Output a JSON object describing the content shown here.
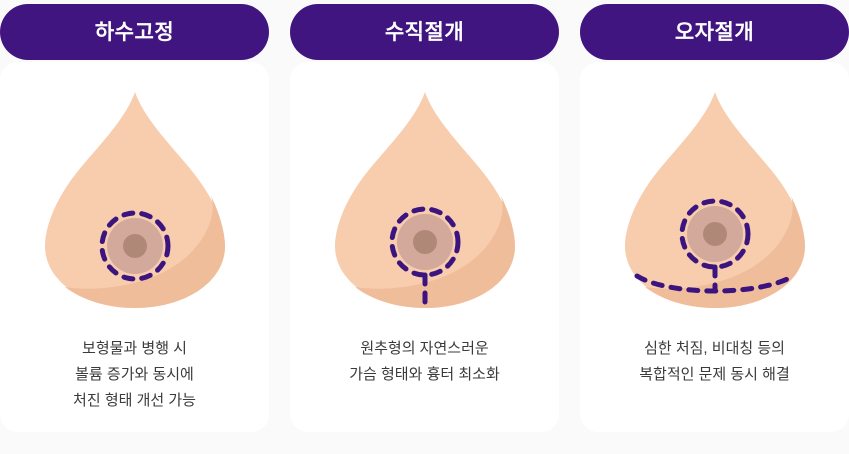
{
  "page": {
    "background_color": "#fafafa",
    "accent_color": "#401580",
    "card_color": "#ffffff",
    "caption_color": "#3b3b3b",
    "skin_color": "#f7cdae",
    "skin_shadow_color": "#f0bd9b",
    "areola_color": "#d3a99c",
    "nipple_color": "#b08878",
    "incision_color": "#3b1480"
  },
  "cards": [
    {
      "header": "하수고정",
      "illustration_name": "periareolar-incision-diagram",
      "incision_pattern": "circle",
      "caption_lines": [
        "보형물과 병행 시",
        "볼륨 증가와 동시에",
        "처진 형태 개선 가능"
      ]
    },
    {
      "header": "수직절개",
      "illustration_name": "vertical-incision-diagram",
      "incision_pattern": "circle-and-vertical",
      "caption_lines": [
        "원추형의 자연스러운",
        "가슴 형태와 흉터 최소화"
      ]
    },
    {
      "header": "오자절개",
      "illustration_name": "anchor-incision-diagram",
      "incision_pattern": "circle-vertical-and-horizontal",
      "caption_lines": [
        "심한 처짐, 비대칭 등의",
        "복합적인 문제 동시 해결"
      ]
    }
  ]
}
